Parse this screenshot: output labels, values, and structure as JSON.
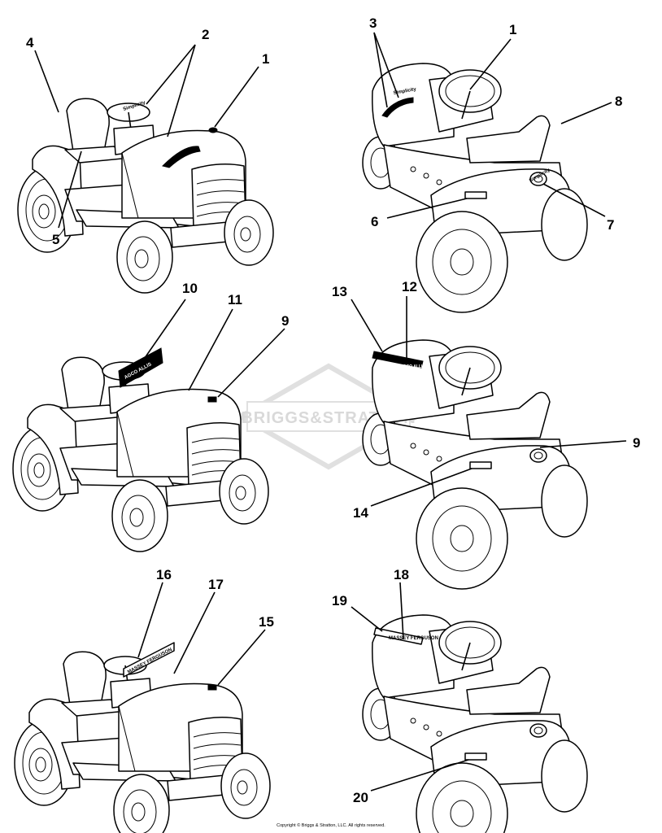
{
  "watermark": {
    "text": "BRIGGS&STRATTON",
    "color": "#d9d9d9"
  },
  "copyright": "Copyright © Briggs & Stratton, LLC. All rights reserved.",
  "decals": {
    "brand_script": "Simplicity",
    "aco_allis": "AGCO ALLIS",
    "massey": "MASSEY FERGUSON"
  },
  "callouts": {
    "c1a": "1",
    "c2": "2",
    "c4": "4",
    "c5": "5",
    "c3": "3",
    "c1b": "1",
    "c8": "8",
    "c6": "6",
    "c7": "7",
    "c10": "10",
    "c11": "11",
    "c9a": "9",
    "c13": "13",
    "c12": "12",
    "c9b": "9",
    "c14": "14",
    "c16": "16",
    "c17": "17",
    "c15": "15",
    "c18": "18",
    "c19": "19",
    "c20": "20"
  }
}
